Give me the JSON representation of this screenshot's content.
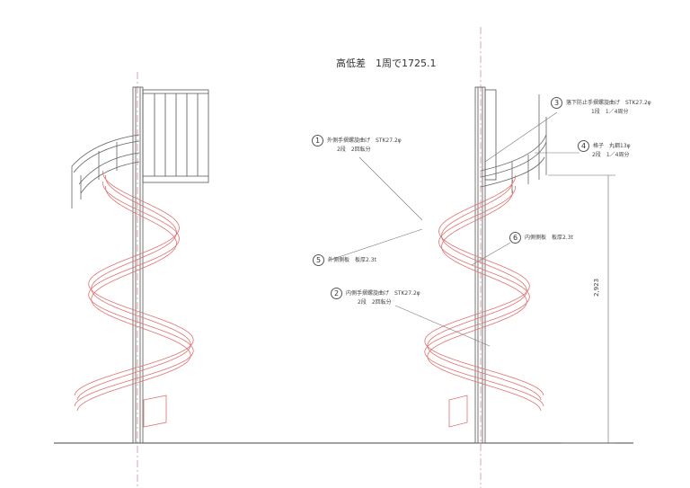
{
  "title": "高低差　1周で1725.1",
  "callouts": [
    {
      "num": "1",
      "line1": "外側手摺螺旋曲げ　STK27.2φ",
      "line2": "2段　2回転分"
    },
    {
      "num": "2",
      "line1": "内側手摺螺旋曲げ　STK27.2φ",
      "line2": "2段　2回転分"
    },
    {
      "num": "3",
      "line1": "落下防止手摺螺旋曲げ　STK27.2φ",
      "line2": "1段　1／4周分"
    },
    {
      "num": "4",
      "line1": "格子　丸鋼13φ",
      "line2": "2段　1／4周分"
    },
    {
      "num": "5",
      "line1": "外側側板　板厚2.3t",
      "line2": ""
    },
    {
      "num": "6",
      "line1": "内側側板　板厚2.3t",
      "line2": ""
    }
  ],
  "dimension": "2,923",
  "colors": {
    "slide": "#e07070",
    "structure": "#555555",
    "centerline": "#d08080"
  }
}
